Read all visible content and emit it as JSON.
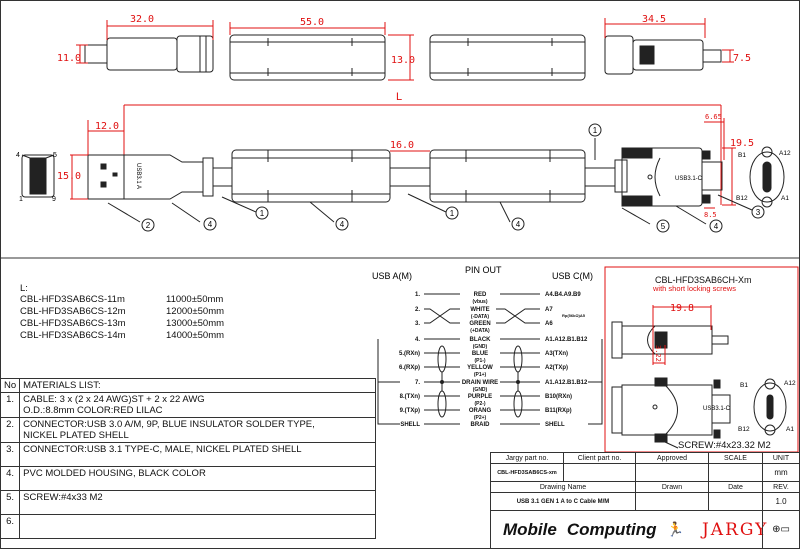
{
  "dimensions": {
    "top_usb_a_length": "32.0",
    "top_usb_a_height": "11.0",
    "ferrite_length": "55.0",
    "ferrite_height": "13.0",
    "top_usb_c_length": "34.5",
    "top_usb_c_height": "7.5",
    "overall_length": "L",
    "usb_a_plug_length": "12.0",
    "usb_a_plug_width": "15.0",
    "ferrite_gap": "16.0",
    "usb_c_tip": "6.65",
    "usb_c_width": "19.5",
    "usb_c_screw": "8.5"
  },
  "usb_a_face_pins": [
    "4",
    "5",
    "1",
    "9"
  ],
  "usb_c_face_pins": [
    "B1",
    "A12",
    "B12",
    "A1"
  ],
  "callouts": [
    "2",
    "4",
    "1",
    "4",
    "1",
    "4",
    "1",
    "5",
    "4",
    "3"
  ],
  "plug_markings": {
    "usb_a": "USB3.1 A",
    "usb_c": "USB3.1-C"
  },
  "lengths": {
    "label": "L:",
    "rows": [
      {
        "part": "CBL-HFD3SAB6CS-11m",
        "length": "11000±50mm"
      },
      {
        "part": "CBL-HFD3SAB6CS-12m",
        "length": "12000±50mm"
      },
      {
        "part": "CBL-HFD3SAB6CS-13m",
        "length": "13000±50mm"
      },
      {
        "part": "CBL-HFD3SAB6CS-14m",
        "length": "14000±50mm"
      }
    ]
  },
  "materials": {
    "no_header": "No",
    "header": "MATERIALS LIST:",
    "rows": [
      {
        "no": "1.",
        "l1": "CABLE: 3 x (2 x 24 AWG)ST + 2 x 22 AWG",
        "l2": "O.D.:8.8mm COLOR:RED LILAC"
      },
      {
        "no": "2.",
        "l1": "CONNECTOR:USB 3.0 A/M, 9P, BLUE INSULATOR SOLDER TYPE,",
        "l2": "NICKEL PLATED SHELL"
      },
      {
        "no": "3.",
        "l1": "CONNECTOR:USB 3.1 TYPE-C, MALE, NICKEL PLATED SHELL",
        "l2": ""
      },
      {
        "no": "4.",
        "l1": "PVC MOLDED HOUSING, BLACK COLOR",
        "l2": ""
      },
      {
        "no": "5.",
        "l1": "SCREW:#4x33 M2",
        "l2": ""
      },
      {
        "no": "6.",
        "l1": "",
        "l2": ""
      }
    ]
  },
  "pinout": {
    "title": "PIN OUT",
    "left_header": "USB A(M)",
    "right_header": "USB C(M)",
    "note": "Rp(56kΩ)A5",
    "rows": [
      {
        "a": "1.",
        "wire": "RED",
        "sub": "(vbus)",
        "c": "A4.B4.A9.B9"
      },
      {
        "a": "2.",
        "wire": "WHITE",
        "sub": "(-DATA)",
        "c": "A7"
      },
      {
        "a": "3.",
        "wire": "GREEN",
        "sub": "(+DATA)",
        "c": "A6"
      },
      {
        "a": "4.",
        "wire": "BLACK",
        "sub": "(GND)",
        "c": "A1.A12.B1.B12"
      },
      {
        "a": "5.(RXn)",
        "wire": "BLUE",
        "sub": "(P1-)",
        "c": "A3(TXn)"
      },
      {
        "a": "6.(RXp)",
        "wire": "YELLOW",
        "sub": "(P1+)",
        "c": "A2(TXp)"
      },
      {
        "a": "7.",
        "wire": "DRAIN WIRE",
        "sub": "(GND)",
        "c": "A1.A12.B1.B12"
      },
      {
        "a": "8.(TXn)",
        "wire": "PURPLE",
        "sub": "(P2-)",
        "c": "B10(RXn)"
      },
      {
        "a": "9.(TXp)",
        "wire": "ORANG",
        "sub": "(P2+)",
        "c": "B11(RXp)"
      },
      {
        "a": "SHELL",
        "wire": "BRAID",
        "sub": "",
        "c": "SHELL"
      }
    ]
  },
  "variant": {
    "title": "CBL-HFD3SAB6CH-Xm",
    "subtitle": "with short locking screws",
    "dim_length": "19.8",
    "dim_screw": "3.22",
    "pins": [
      "B1",
      "A12",
      "B12",
      "A1"
    ],
    "screw_note": "SCREW:#4x23.32 M2"
  },
  "title_block": {
    "jargy_part_label": "Jargy part no.",
    "client_part_label": "Client part no.",
    "approved_label": "Approved",
    "scale_label": "SCALE",
    "unit_label": "UNIT",
    "jargy_part_value": "CBL-HFD3SAB6CS-xm",
    "unit_value": "mm",
    "drawing_name_label": "Drawing Name",
    "drawn_label": "Drawn",
    "date_label": "Date",
    "rev_label": "REV.",
    "drawing_name_value": "USB 3.1 GEN 1 A to C Cable M/M",
    "rev_value": "1.0",
    "logo_mobile": "Mobile",
    "logo_computing": "Computing",
    "logo_jargy": "JARGY"
  },
  "colors": {
    "dimension": "#e01010",
    "line": "#111111"
  }
}
